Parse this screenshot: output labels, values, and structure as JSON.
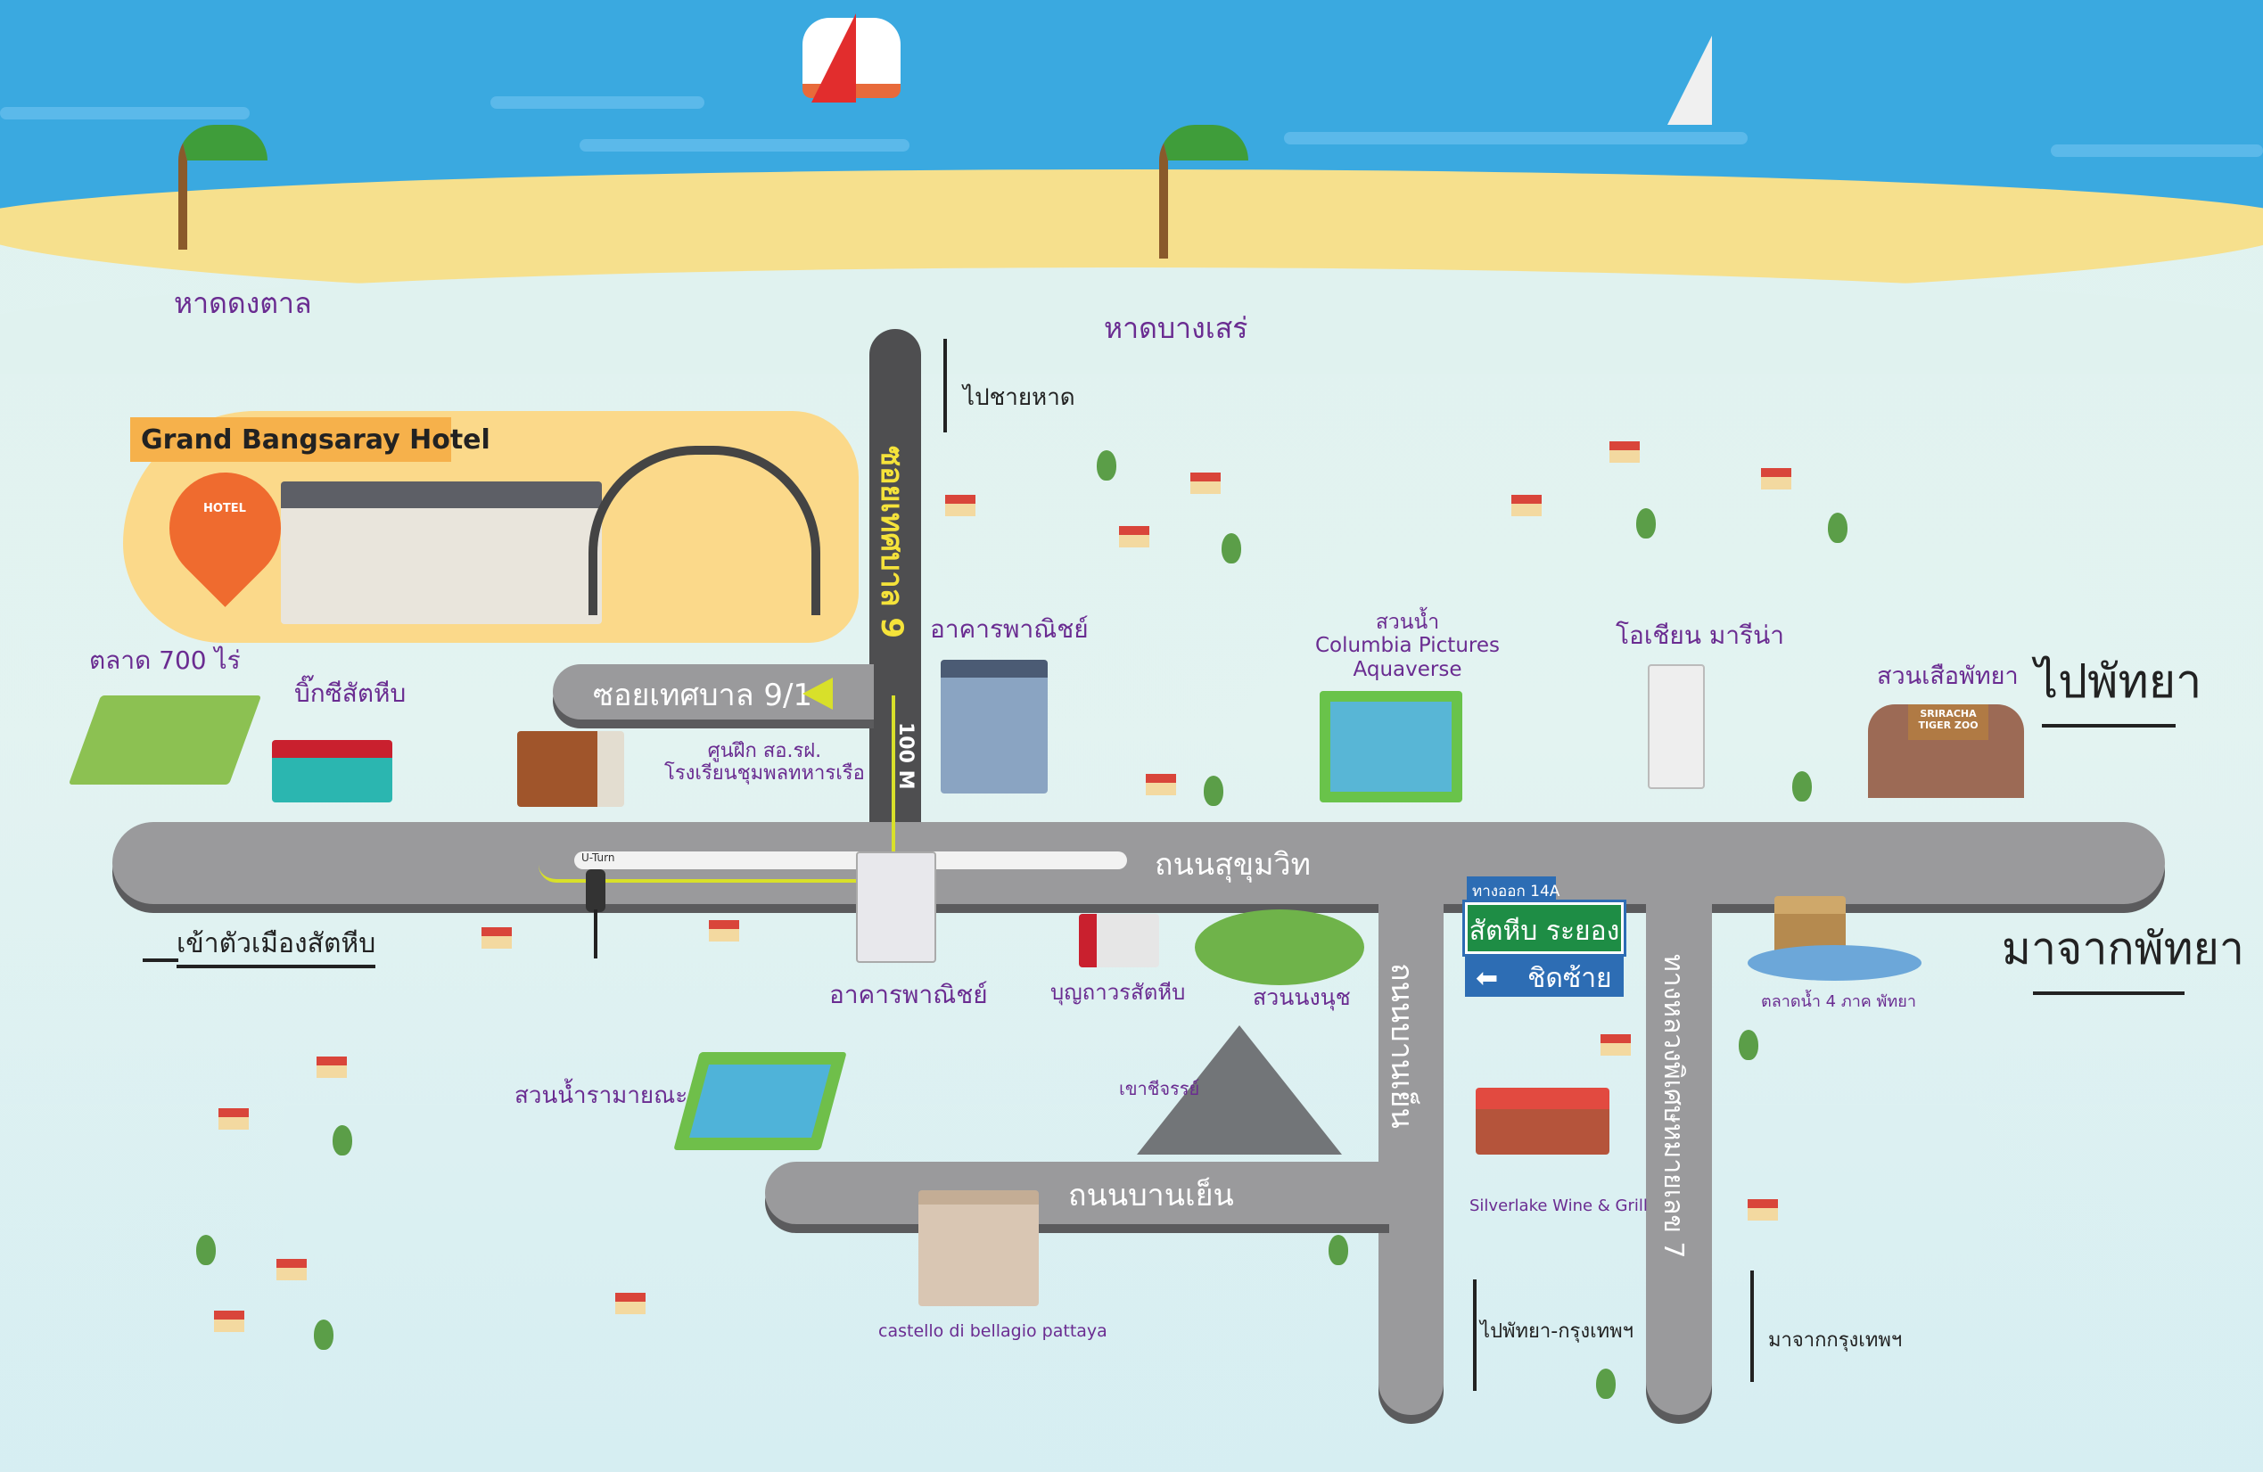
{
  "beaches": {
    "dongtan": "หาดดงตาล",
    "bangsaray": "หาดบางเสร่"
  },
  "hotel": {
    "title": "Grand Bangsaray Hotel",
    "pin_label": "HOTEL"
  },
  "roads": {
    "soi9": "ซอยเทศบาล 9",
    "soi9_1": "ซอยเทศบาล 9/1",
    "distance": "100 M",
    "sukhumvit": "ถนนสุขุมวิท",
    "banyen_v": "ถนนบานเย็น",
    "banyen_h": "ถนนบานเย็น",
    "highway7": "ทางหลวงพิเศษหมายเลข 7",
    "uturn": "U-Turn"
  },
  "directions": {
    "to_beach": "ไปชายหาด",
    "to_pattaya": "ไปพัทยา",
    "from_pattaya": "มาจากพัทยา",
    "to_sattahip": "เข้าตัวเมืองสัตหีบ",
    "to_pattaya_bkk": "ไปพัทยา-กรุงเทพฯ",
    "from_bkk": "มาจากกรุงเทพฯ"
  },
  "sign": {
    "exit": "ทางออก 14A",
    "destinations": "สัตหีบ ระยอง",
    "keep_left": "ชิดซ้าย"
  },
  "places": {
    "market700": "ตลาด 700 ไร่",
    "bigc": "บิ๊กซีสัตหีบ",
    "school": "ศูนฝึก สอ.รฝ.\nโรงเรียนชุมพลทหารเรือ",
    "commercial1": "อาคารพาณิชย์",
    "commercial2": "อาคารพาณิชย์",
    "columbia": "สวนน้ำ\nColumbia Pictures\nAquaverse",
    "ocean_marina": "โอเชียน มารีน่า",
    "tiger_zoo": "สวนเสือพัทยา",
    "tiger_zoo_sign": "SRIRACHA TIGER ZOO",
    "boonthavorn": "บุญถาวรสัตหีบ",
    "nongnooch": "สวนนงนุช",
    "floating_market": "ตลาดน้ำ 4 ภาค พัทยา",
    "ramayana": "สวนน้ำรามายณะ",
    "khao_chi_chan": "เขาชีจรรย์",
    "silverlake": "Silverlake Wine & Grill",
    "castello": "castello di bellagio pattaya"
  }
}
